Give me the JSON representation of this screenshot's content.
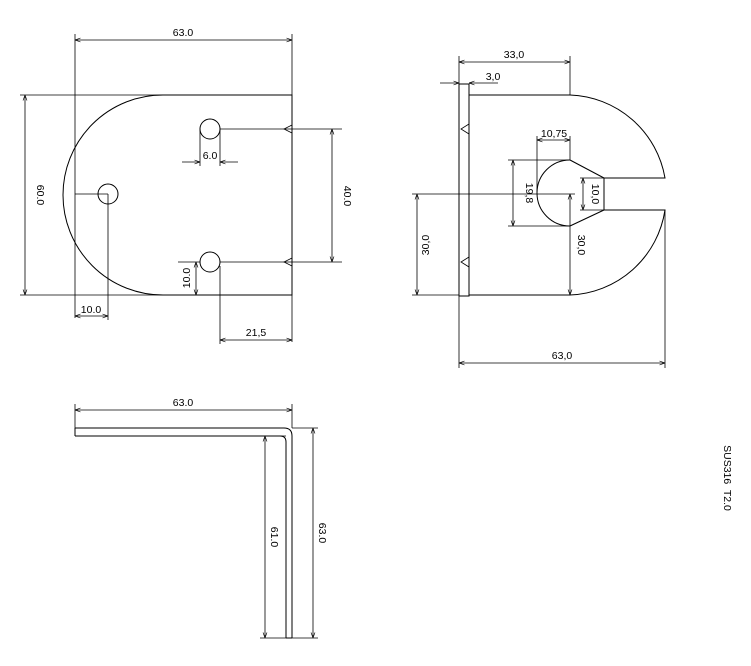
{
  "drawing": {
    "front_view": {
      "width_dim": "63.0",
      "height_dim": "60.0",
      "hole_dia_dim": "6.0",
      "hole_spacing_dim": "40.0",
      "hole_edge_offset_dim": "10.0",
      "left_hole_offset_dim": "10.0",
      "hole_x_dim": "21,5"
    },
    "side_view": {
      "depth_dim": "33,0",
      "thickness_dim": "3,0",
      "slot_depth_dim": "10,75",
      "slot_width_dim": "19,8",
      "slot_gap_dim": "10,0",
      "upper_half_dim": "30,0",
      "lower_half_dim": "30,0",
      "total_width_dim": "63,0"
    },
    "bent_view": {
      "width_dim": "63.0",
      "inner_height_dim": "61.0",
      "outer_height_dim": "63.0"
    },
    "material_note": "SUS316  T2.0"
  }
}
